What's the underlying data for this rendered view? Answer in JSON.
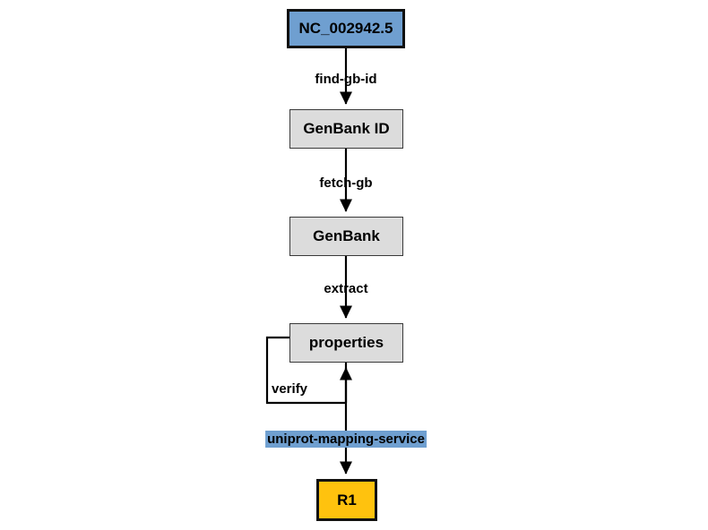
{
  "diagram": {
    "type": "flowchart",
    "orientation": "top-to-bottom",
    "background_color": "#ffffff",
    "colors": {
      "input_node_fill": "#6f9fd0",
      "process_node_fill": "#dcdcdc",
      "result_node_fill": "#ffc20e",
      "node_border": "#111111",
      "process_node_border": "#3a3a3a",
      "edge_color": "#000000",
      "highlight_fill": "#6f9fd0",
      "text_color": "#000000"
    },
    "nodes": [
      {
        "id": "accession",
        "label": "NC_002942.5",
        "style": "input"
      },
      {
        "id": "genbank_id",
        "label": "GenBank ID",
        "style": "plain"
      },
      {
        "id": "genbank",
        "label": "GenBank",
        "style": "plain"
      },
      {
        "id": "properties",
        "label": "properties",
        "style": "plain"
      },
      {
        "id": "r1",
        "label": "R1",
        "style": "result"
      }
    ],
    "edges": [
      {
        "from": "accession",
        "to": "genbank_id",
        "label": "find-gb-id",
        "highlighted": false
      },
      {
        "from": "genbank_id",
        "to": "genbank",
        "label": "fetch-gb",
        "highlighted": false
      },
      {
        "from": "genbank",
        "to": "properties",
        "label": "extract",
        "highlighted": false
      },
      {
        "from": "properties",
        "to": "properties",
        "label": "verify",
        "highlighted": false,
        "loop": true
      },
      {
        "from": "properties",
        "to": "r1",
        "label": "uniprot-mapping-service",
        "highlighted": true
      }
    ]
  }
}
